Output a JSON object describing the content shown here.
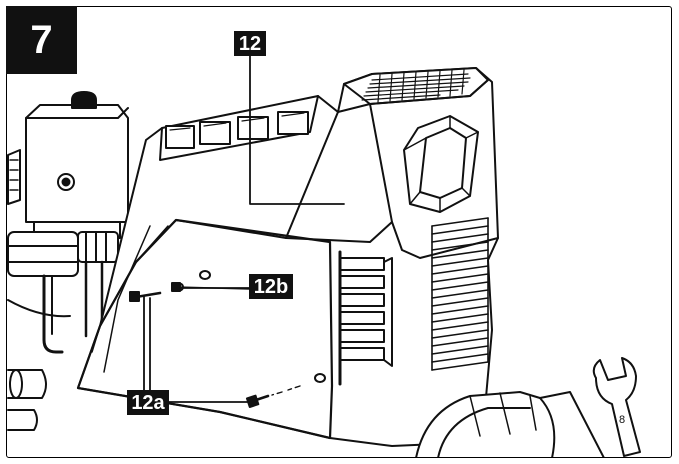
{
  "figure": {
    "step_number": "7",
    "callouts": {
      "part_12": "12",
      "part_12b": "12b",
      "part_12a": "12a"
    },
    "wrench_marking": "8"
  },
  "colors": {
    "ink": "#111111",
    "paper": "#ffffff",
    "label_bg": "#111111",
    "label_text": "#ffffff"
  }
}
